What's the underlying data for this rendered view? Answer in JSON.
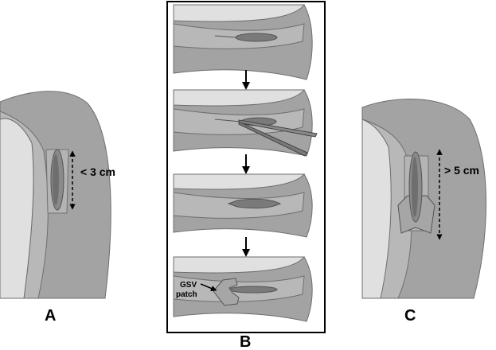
{
  "panels": {
    "a": {
      "label": "A",
      "measurement": "< 3 cm"
    },
    "b": {
      "label": "B",
      "patch_label_line1": "GSV",
      "patch_label_line2": "patch"
    },
    "c": {
      "label": "C",
      "measurement": "> 5 cm"
    }
  },
  "colors": {
    "background": "#ffffff",
    "outer_tissue": "#a3a3a3",
    "inner_tissue": "#b8b8b8",
    "lumen_surface": "#e0e0e0",
    "artery_wall": "#7e7e7e",
    "incision_dark": "#5f5f5f",
    "patch": "#a6a6a6",
    "stroke": "#606060",
    "frame": "#000000"
  }
}
